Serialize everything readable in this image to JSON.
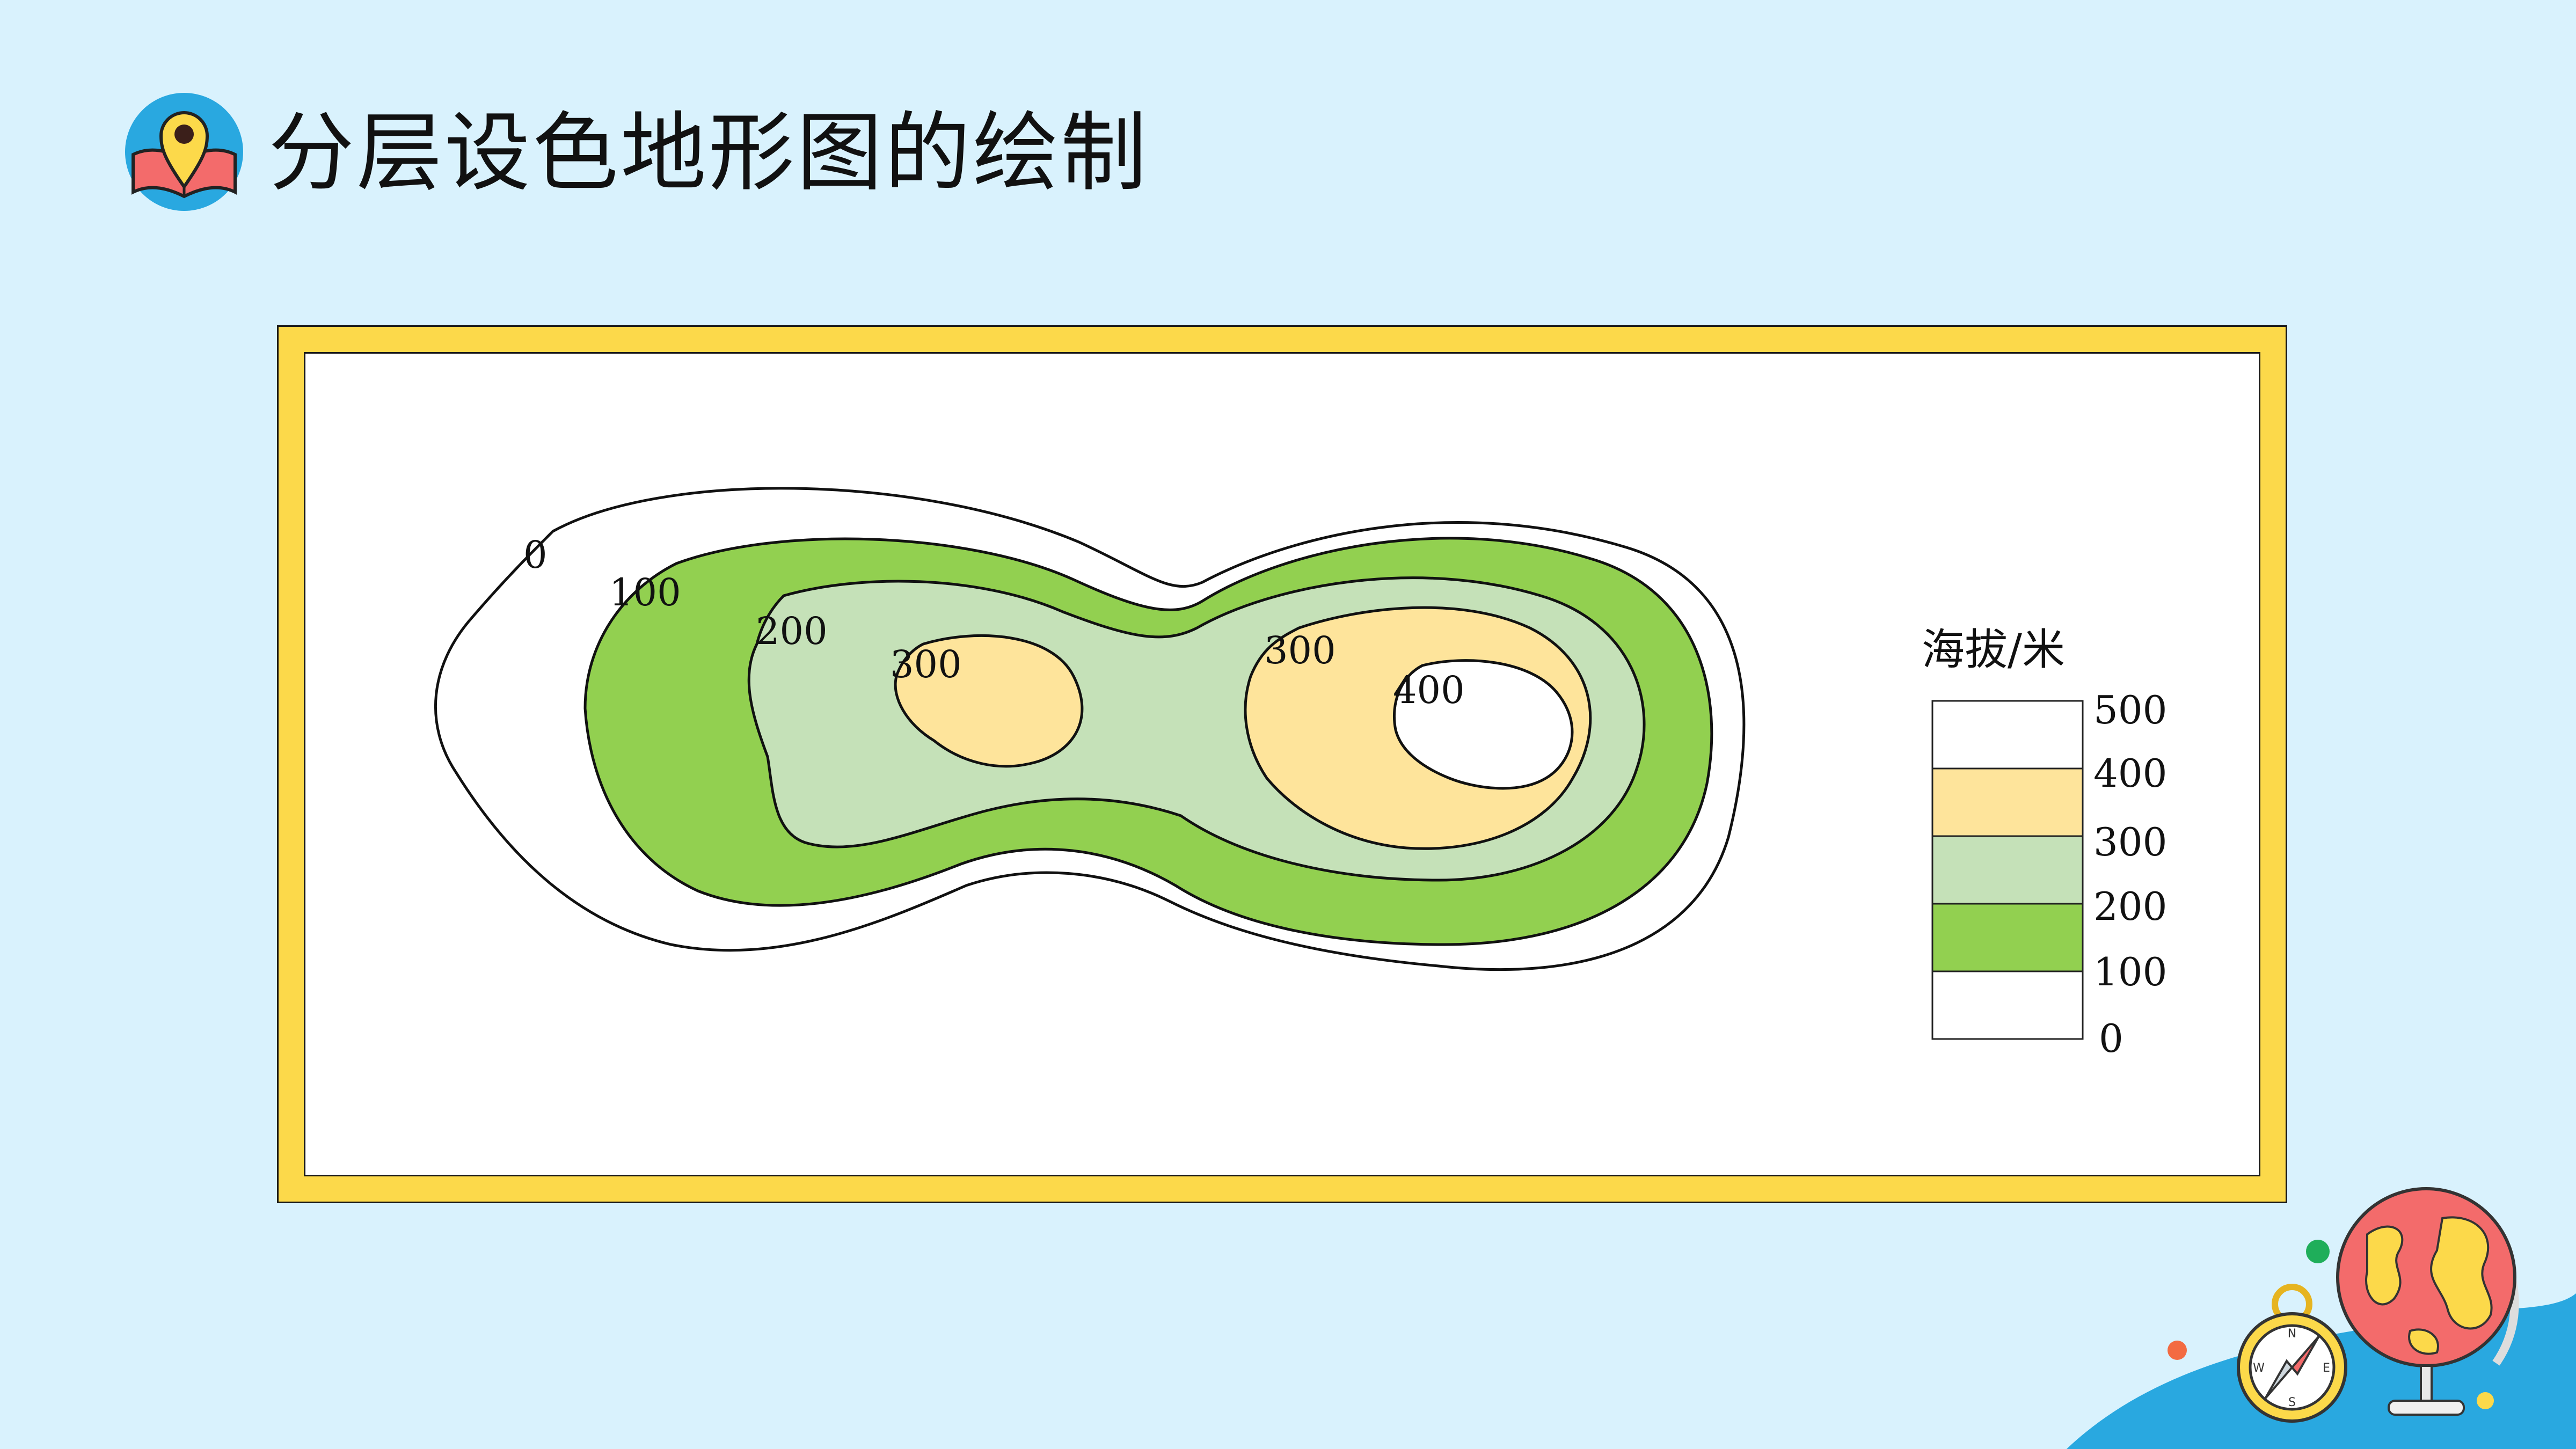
{
  "slide": {
    "title": "分层设色地形图的绘制"
  },
  "map": {
    "contour_labels": [
      "0",
      "100",
      "200",
      "300",
      "300",
      "400"
    ]
  },
  "legend": {
    "title": "海拔/米",
    "ticks": [
      "500",
      "400",
      "300",
      "200",
      "100",
      "0"
    ],
    "bands": [
      {
        "range": "400-500",
        "color": "#ffffff"
      },
      {
        "range": "300-400",
        "color": "#fee49b"
      },
      {
        "range": "200-300",
        "color": "#c5e1b8"
      },
      {
        "range": "100-200",
        "color": "#92d050"
      },
      {
        "range": "0-100",
        "color": "#ffffff"
      }
    ]
  },
  "colors": {
    "background": "#d9f2fd",
    "frame": "#fcd94a",
    "level_0_100": "#ffffff",
    "level_100_200": "#92d050",
    "level_200_300": "#c5e1b8",
    "level_300_400": "#fee49b",
    "level_400_500": "#ffffff"
  },
  "icons": [
    "map-pin-book-icon",
    "compass-icon",
    "globe-icon"
  ]
}
